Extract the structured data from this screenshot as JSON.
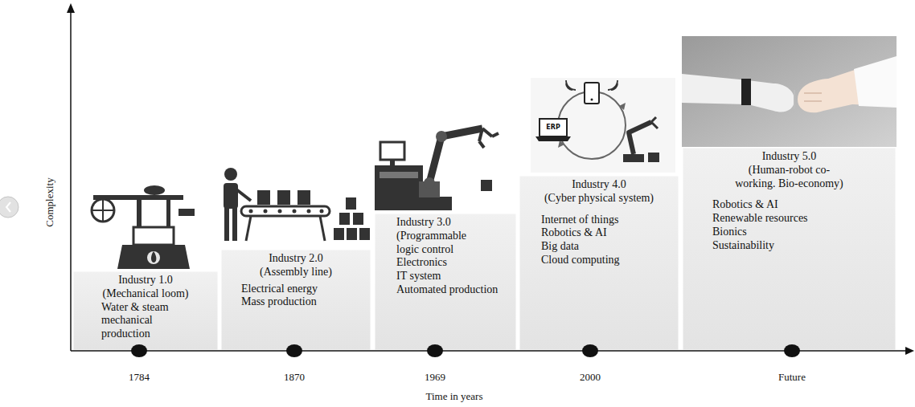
{
  "diagram": {
    "nodes": [
      {
        "text": [
          "Industry 1.0",
          "(Mechanical loom)",
          "Water & steam mechanical production"
        ]
      },
      {
        "text": [
          "Industry 2.0",
          "(Assembly line)",
          "Electrical energy",
          "Mass production"
        ]
      },
      {
        "text": [
          "Industry 3.0",
          "(Programmable logic control",
          "Electronics",
          "IT system",
          "Automated production"
        ]
      },
      {
        "text": [
          "Industry 4.0",
          "(Cyber physical system)",
          "Internet of things",
          "Robotics & AI",
          "Big data",
          "Cloud computing"
        ]
      },
      {
        "text": [
          "Industry 5.0",
          "(Human-robot co-working. Bio-economy)",
          "Robotics & AI",
          "Renewable resources",
          "Bionics",
          "Sustainability"
        ]
      }
    ],
    "labels": [
      "Complexity",
      "1784",
      "1870",
      "1969",
      "2000",
      "Future",
      "Time in years",
      "ERP"
    ]
  }
}
